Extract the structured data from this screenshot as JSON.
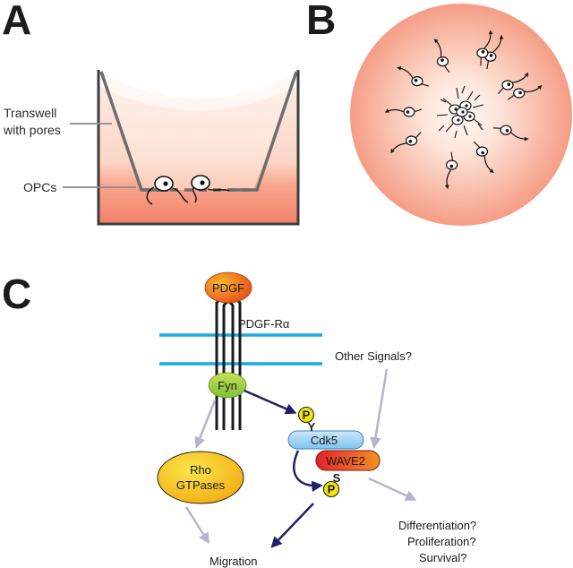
{
  "panels": {
    "a": {
      "letter": "A",
      "transwell_label_line1": "Transwell",
      "transwell_label_line2": "with pores",
      "opcs_label": "OPCs"
    },
    "b": {
      "letter": "B"
    },
    "c": {
      "letter": "C",
      "pdgf": "PDGF",
      "receptor": "PDGF-Rα",
      "other_signals": "Other Signals?",
      "fyn": "Fyn",
      "phospho_p": "P",
      "tyrosine_y": "Y",
      "serine_s": "S",
      "cdk5": "Cdk5",
      "wave2": "WAVE2",
      "rho_line1": "Rho",
      "rho_line2": "GTPases",
      "migration": "Migration",
      "outcome_1": "Differentiation?",
      "outcome_2": "Proliferation?",
      "outcome_3": "Survival?"
    }
  },
  "colors": {
    "membrane": "#17a9e1",
    "activation_arrow": "#1f2068",
    "inferred_arrow": "#b4b4cc",
    "fyn": "#a3cf3d",
    "cdk5": "#9fd1f3",
    "wave2": "#d92027",
    "rho": "#f2c81c",
    "phospho": "#f4e600"
  }
}
